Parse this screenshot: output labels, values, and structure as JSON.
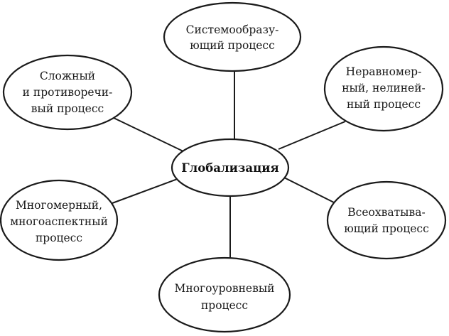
{
  "center": {
    "label": "Глобализация"
  },
  "nodes": [
    {
      "id": "top",
      "lines": [
        "Системообразу-",
        "ющий процесс"
      ]
    },
    {
      "id": "top-left",
      "lines": [
        "Сложный",
        "и противоречи-",
        "вый процесс"
      ]
    },
    {
      "id": "top-right",
      "lines": [
        "Неравномер-",
        "ный, нелиней-",
        "ный процесс"
      ]
    },
    {
      "id": "bottom-left",
      "lines": [
        "Многомерный,",
        "многоаспектный",
        "процесс"
      ]
    },
    {
      "id": "bottom-right",
      "lines": [
        "Всеохватыва-",
        "ющий процесс"
      ]
    },
    {
      "id": "bottom",
      "lines": [
        "Многоуровневый",
        "процесс"
      ]
    }
  ]
}
